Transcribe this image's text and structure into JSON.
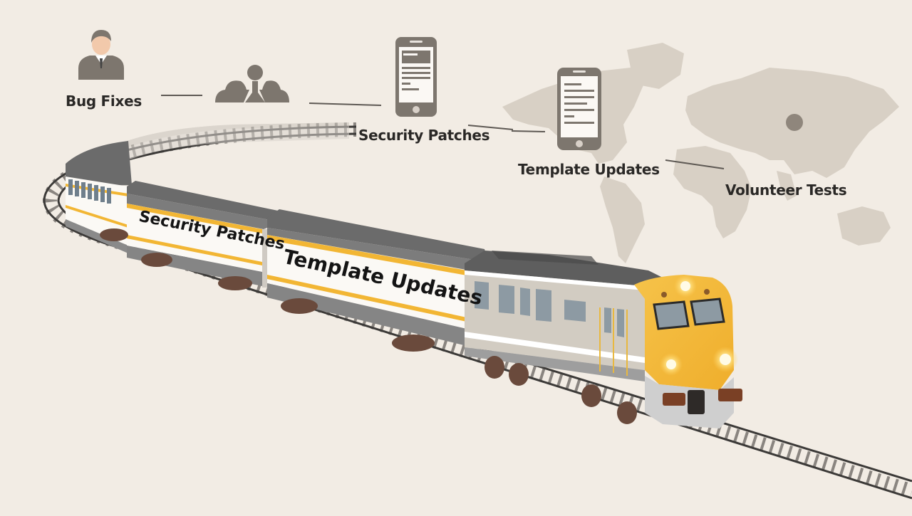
{
  "scene": {
    "background": "#f2ece4",
    "map_color": "#d6cec3",
    "accent_yellow": "#f2b634",
    "train_gray": "#6e6e6e",
    "icon_color": "#7d766e"
  },
  "labels": {
    "bug_fixes": "Bug Fixes",
    "security_patches": "Security Patches",
    "template_updates": "Template Updates",
    "volunteer_tests": "Volunteer Tests"
  },
  "train": {
    "cars": [
      {
        "label": "Security Patches"
      },
      {
        "label": "Template Updates"
      }
    ]
  },
  "icons": [
    {
      "name": "person-icon"
    },
    {
      "name": "cloud-network-icon"
    },
    {
      "name": "smartphone-icon"
    },
    {
      "name": "smartphone-icon"
    },
    {
      "name": "location-dot-icon"
    }
  ]
}
